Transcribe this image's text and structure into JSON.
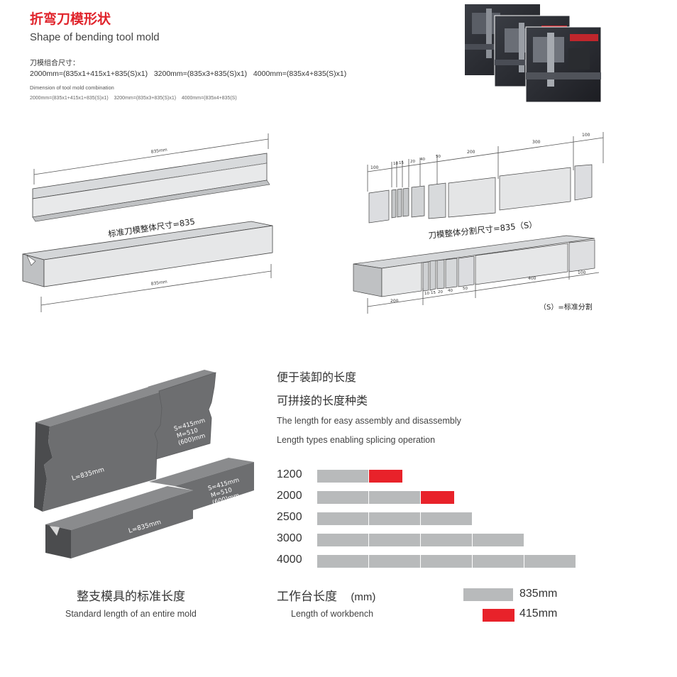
{
  "header": {
    "title_cn": "折弯刀模形状",
    "title_en": "Shape of bending tool mold",
    "combo_label_cn": "刀模组合尺寸：",
    "combo_2000": "2000mm=(835x1+415x1+835(S)x1)",
    "combo_3200": "3200mm=(835x3+835(S)x1)",
    "combo_4000": "4000mm=(835x4+835(S)x1)",
    "combo_label_en": "Dimension of tool mold combination",
    "combo_small_2000": "2000mm=(835x1+415x1+835(S)x1)",
    "combo_small_3200": "3200mm=(835x3+835(S)x1)",
    "combo_small_4000": "4000mm=(835x4+835(S)"
  },
  "diagram_left": {
    "top_dim": "835mm",
    "caption": "标准刀模整体尺寸=835",
    "bottom_dim": "835mm"
  },
  "diagram_right": {
    "top_dims": [
      "100",
      "10",
      "15",
      "20",
      "40",
      "50",
      "200",
      "300",
      "100"
    ],
    "caption": "刀模整体分割尺寸=835（S）",
    "bottom_dims": [
      "200",
      "10",
      "15",
      "20",
      "40",
      "50",
      "400",
      "100"
    ],
    "note": "（S）=标准分割"
  },
  "mold_illustration": {
    "label_l1": "L=835mm",
    "label_l2": "L=835mm",
    "label_s1": [
      "S=415mm",
      "M=510",
      "(600)mm"
    ],
    "label_s2": [
      "S=415mm",
      "M=510",
      "(600)mm"
    ],
    "caption_cn": "整支模具的标准长度",
    "caption_en": "Standard length of an entire mold"
  },
  "lengths_panel": {
    "heading_cn_1": "便于装卸的长度",
    "heading_cn_2": "可拼接的长度种类",
    "heading_en_1": "The length for easy assembly and disassembly",
    "heading_en_2": "Length types enabling splicing operation",
    "rows": [
      {
        "label": "1200",
        "segments": [
          "835",
          "415"
        ]
      },
      {
        "label": "2000",
        "segments": [
          "835",
          "835",
          "415"
        ]
      },
      {
        "label": "2500",
        "segments": [
          "835",
          "835",
          "835"
        ]
      },
      {
        "label": "3000",
        "segments": [
          "835",
          "835",
          "835",
          "835"
        ]
      },
      {
        "label": "4000",
        "segments": [
          "835",
          "835",
          "835",
          "835",
          "835"
        ]
      }
    ],
    "legend_title_cn": "工作台长度",
    "legend_unit": "(mm)",
    "legend_title_en": "Length of workbench",
    "legend_gray": "835mm",
    "legend_red": "415mm"
  },
  "colors": {
    "accent_red": "#e0232b",
    "segment_gray": "#b8babb",
    "segment_red": "#e8222a",
    "mold_dark": "#6d6e70"
  }
}
